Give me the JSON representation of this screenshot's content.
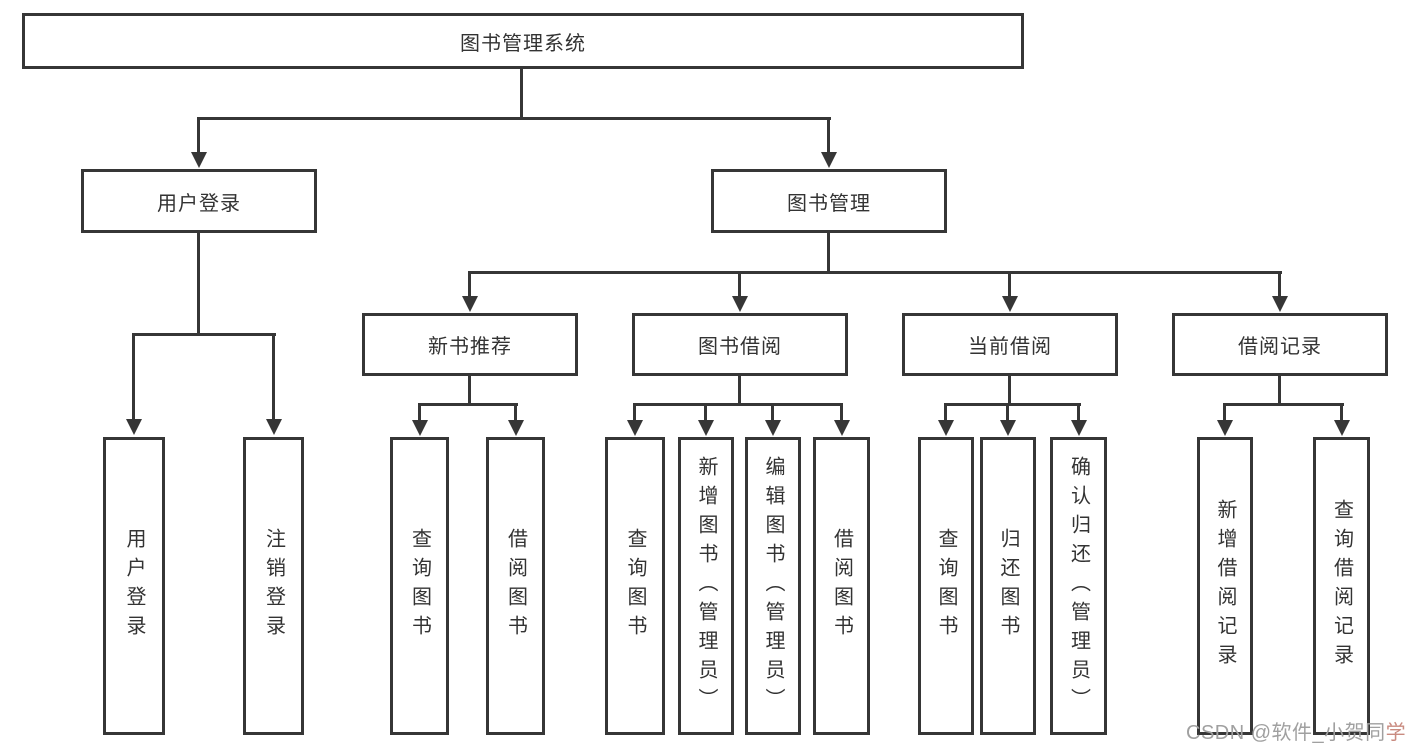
{
  "diagram": {
    "root_label": "图书管理系统",
    "level2": [
      {
        "label": "用户登录"
      },
      {
        "label": "图书管理"
      }
    ],
    "level3": [
      {
        "label": "新书推荐"
      },
      {
        "label": "图书借阅"
      },
      {
        "label": "当前借阅"
      },
      {
        "label": "借阅记录"
      }
    ],
    "leaves": {
      "user_login": [
        {
          "label": "用户登录"
        },
        {
          "label": "注销登录"
        }
      ],
      "new_book_recommend": [
        {
          "label": "查询图书"
        },
        {
          "label": "借阅图书"
        }
      ],
      "book_borrow": [
        {
          "label": "查询图书"
        },
        {
          "label": "新增图书（管理员）"
        },
        {
          "label": "编辑图书（管理员）"
        },
        {
          "label": "借阅图书"
        }
      ],
      "current_borrow": [
        {
          "label": "查询图书"
        },
        {
          "label": "归还图书"
        },
        {
          "label": "确认归还（管理员）"
        }
      ],
      "borrow_records": [
        {
          "label": "新增借阅记录"
        },
        {
          "label": "查询借阅记录"
        }
      ]
    }
  },
  "watermark": {
    "prefix": "CSDN @软件_小贺同",
    "suffix": "学"
  },
  "colors": {
    "line": "#363636",
    "text": "#333333",
    "background": "#ffffff",
    "watermark_gray": "#a0a0a0",
    "watermark_accent": "#c98b80"
  }
}
